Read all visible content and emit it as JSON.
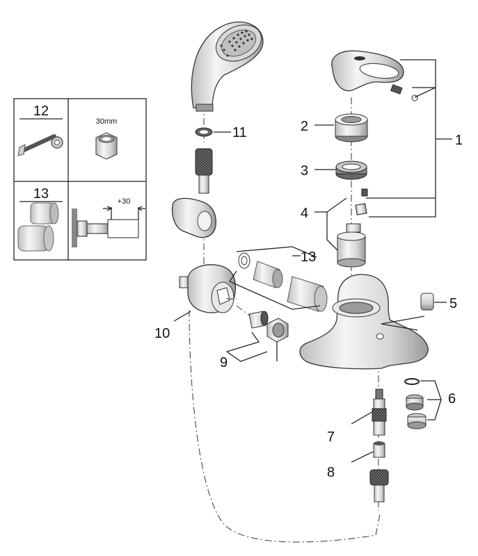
{
  "callouts": {
    "c1": "1",
    "c2": "2",
    "c3": "3",
    "c4": "4",
    "c5": "5",
    "c6": "6",
    "c7": "7",
    "c8": "8",
    "c9": "9",
    "c10": "10",
    "c11": "11",
    "c13": "13"
  },
  "inset": {
    "tool_12": "12",
    "nut_size": "30mm",
    "tool_13": "13",
    "extension": "+30"
  },
  "colors": {
    "line": "#222222",
    "part_fill": "#e6e6e6",
    "part_dark": "#8f8f8f"
  }
}
